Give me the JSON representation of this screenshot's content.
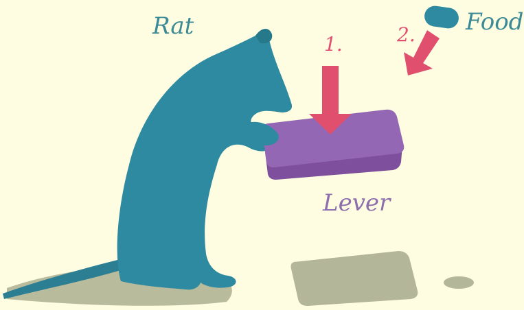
{
  "labels": {
    "rat": "Rat",
    "food": "Food",
    "lever": "Lever",
    "step1": "1.",
    "step2": "2."
  },
  "colors": {
    "background": "#fefde2",
    "rat": "#2e8aa0",
    "lever": "#9467b4",
    "arrow": "#e04f6e",
    "label_teal": "#3c8a96",
    "label_purple": "#8e6fad",
    "shadow": "#b6b89a"
  }
}
